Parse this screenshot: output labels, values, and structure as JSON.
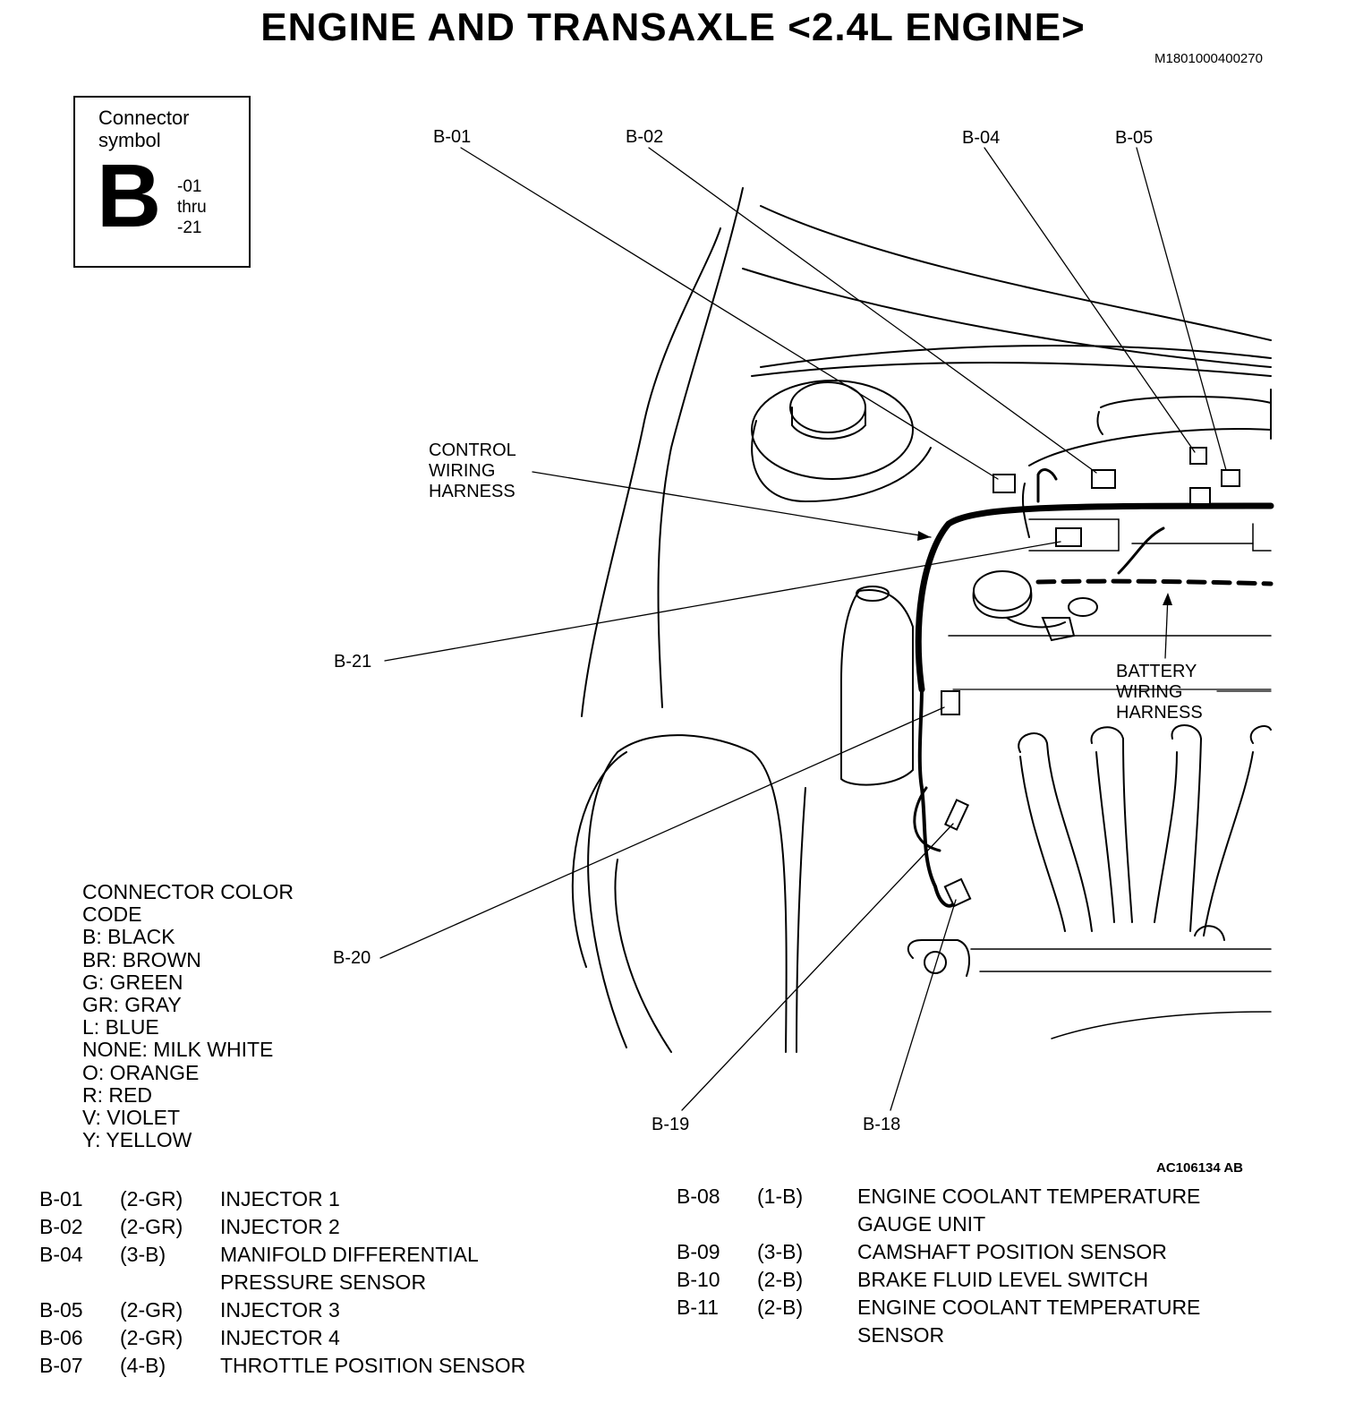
{
  "page": {
    "title": "ENGINE AND TRANSAXLE <2.4L ENGINE>",
    "doc_id": "M1801000400270",
    "figure_id": "AC106134 AB"
  },
  "connector_symbol": {
    "label": "Connector\nsymbol",
    "letter": "B",
    "range": "-01\nthru\n-21"
  },
  "callouts": {
    "b01": "B-01",
    "b02": "B-02",
    "b04": "B-04",
    "b05": "B-05",
    "b18": "B-18",
    "b19": "B-19",
    "b20": "B-20",
    "b21": "B-21"
  },
  "harness_labels": {
    "control": "CONTROL\nWIRING\nHARNESS",
    "battery": "BATTERY\nWIRING\nHARNESS"
  },
  "color_code": {
    "heading_1": "CONNECTOR COLOR",
    "heading_2": "CODE",
    "entries": [
      "B: BLACK",
      "BR: BROWN",
      "G: GREEN",
      "GR: GRAY",
      "L: BLUE",
      "NONE: MILK WHITE",
      "O: ORANGE",
      "R: RED",
      "V: VIOLET",
      "Y: YELLOW"
    ]
  },
  "connectors_left": [
    {
      "code": "B-01",
      "type": "(2-GR)",
      "name": "INJECTOR 1"
    },
    {
      "code": "B-02",
      "type": "(2-GR)",
      "name": "INJECTOR 2"
    },
    {
      "code": "B-04",
      "type": "(3-B)",
      "name": "MANIFOLD DIFFERENTIAL\nPRESSURE SENSOR"
    },
    {
      "code": "B-05",
      "type": "(2-GR)",
      "name": "INJECTOR 3"
    },
    {
      "code": "B-06",
      "type": "(2-GR)",
      "name": "INJECTOR 4"
    },
    {
      "code": "B-07",
      "type": "(4-B)",
      "name": "THROTTLE POSITION SENSOR"
    }
  ],
  "connectors_right": [
    {
      "code": "B-08",
      "type": "(1-B)",
      "name": "ENGINE COOLANT TEMPERATURE\nGAUGE UNIT"
    },
    {
      "code": "B-09",
      "type": "(3-B)",
      "name": "CAMSHAFT POSITION SENSOR"
    },
    {
      "code": "B-10",
      "type": "(2-B)",
      "name": "BRAKE FLUID LEVEL SWITCH"
    },
    {
      "code": "B-11",
      "type": "(2-B)",
      "name": "ENGINE COOLANT TEMPERATURE\nSENSOR"
    }
  ]
}
